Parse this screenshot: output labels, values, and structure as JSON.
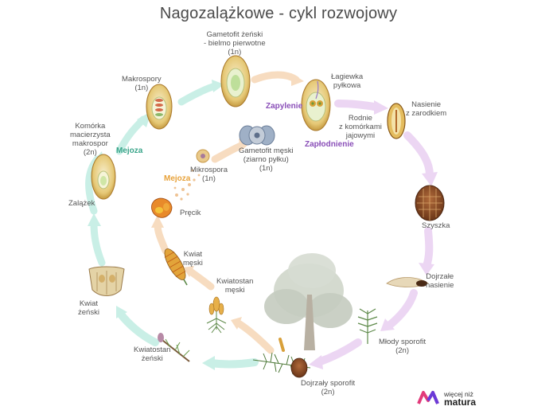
{
  "title": "Nagozalążkowe - cykl rozwojowy",
  "labels": {
    "makrospory": "Makrospory\n(1n)",
    "gametofit_zenski": "Gametofit żeński\n- bielmo pierwotne\n(1n)",
    "lagiewka": "Łagiewka\npyłkowa",
    "rodnie": "Rodnie\nz komórkami\njajowymi",
    "nasienie_zarodek": "Nasienie\nz zarodkiem",
    "komorka_macierzysta": "Komórka\nmacierzysta\nmakrospor\n(2n)",
    "gametofit_meski": "Gametofit męski\n(ziarno pyłku)\n(1n)",
    "mikrospora": "Mikrospora\n(1n)",
    "zalazek": "Zalążek",
    "precik": "Pręcik",
    "szyszka": "Szyszka",
    "kwiat_meski": "Kwiat\nmęski",
    "dojrzale_nasienie": "Dojrzałe\nnasienie",
    "kwiatostan_meski": "Kwiatostan\nmęski",
    "kwiat_zenski": "Kwiat\nżeński",
    "mlody_sporofit": "Młody sporofit\n(2n)",
    "kwiatostan_zenski": "Kwiatostan\nżeński",
    "dojrzaly_sporofit": "Dojrzały sporofit\n(2n)"
  },
  "processes": {
    "mejoza_green": "Mejoza",
    "mejoza_orange": "Mejoza",
    "zapylenie": "Zapylenie",
    "zaplodnienie": "Zapłodnienie"
  },
  "logo": {
    "top": "więcej niż",
    "bottom": "matura"
  },
  "colors": {
    "arrow_green": "#c9efe6",
    "arrow_peach": "#f7dcc0",
    "arrow_purple": "#ecd6f3",
    "ovule": "#d9b24a",
    "ovule_inner": "#f7f1d8",
    "pollen": "#a7b3c7",
    "cone": "#8a4a2a",
    "tree": "#c9cfc6",
    "green_process": "#3aa58a",
    "orange_process": "#e8a23a",
    "purple_process": "#8a4fb8"
  }
}
